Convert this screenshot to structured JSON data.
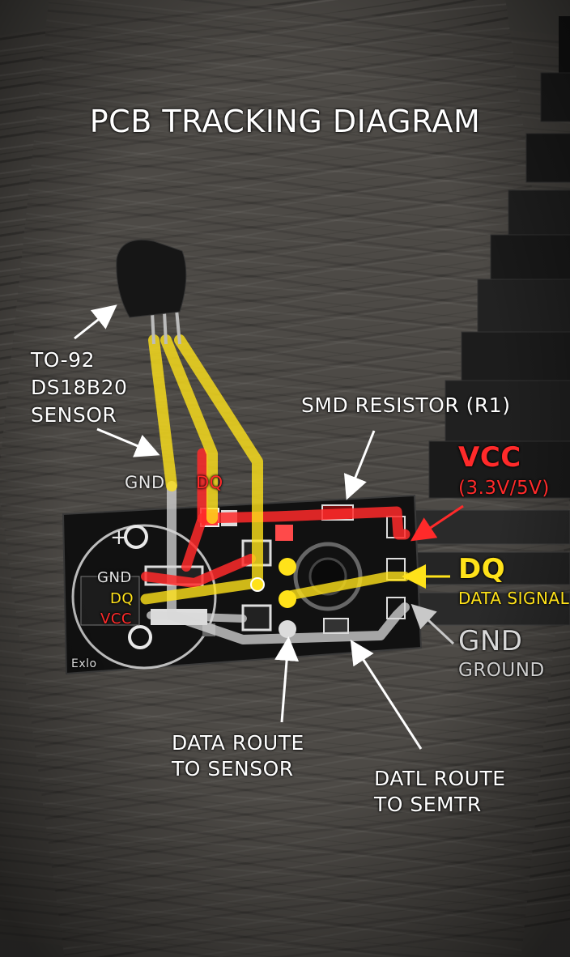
{
  "title": "PCB TRACKING DIAGRAM",
  "labels": {
    "sensor": "TO-92\nDS18B20\nSENSOR",
    "resistor": "SMD RESISTOR (R1)",
    "gnd_top": "GND",
    "dq_top": "DQ",
    "vcc": "VCC",
    "vcc_voltage": "(3.3V/5V)",
    "dq": "DQ",
    "dq_desc": "DATA SIGNAL",
    "gnd": "GND",
    "gnd_desc": "GROUND",
    "pad_gnd": "GND",
    "pad_dq": "DQ",
    "pad_vcc": "VCC",
    "board_mark": "Exlo",
    "route_sensor": "DATA ROUTE\nTO SENSOR",
    "route_semtr": "DATL ROUTE\nTO SEMTR"
  },
  "colors": {
    "vcc": "#ff2a2a",
    "dq": "#ffe21a",
    "gnd": "#d8d8d8",
    "pcb": "#141414"
  }
}
